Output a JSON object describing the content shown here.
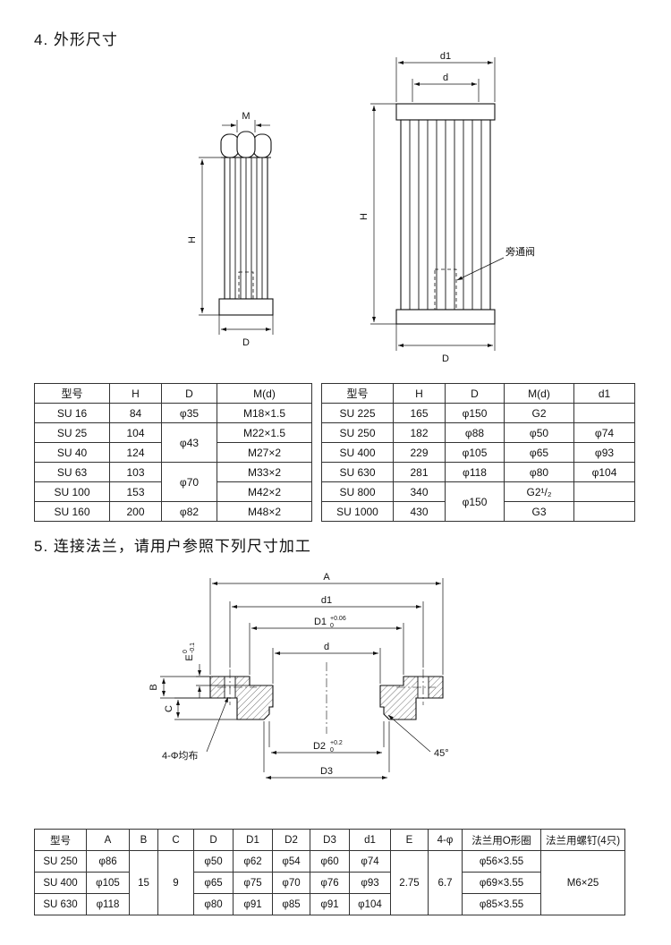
{
  "sections": {
    "s4": "4. 外形尺寸",
    "s5": "5. 连接法兰，请用户参照下列尺寸加工"
  },
  "drawing1": {
    "m": "M",
    "h": "H",
    "d": "D"
  },
  "drawing2": {
    "d1": "d1",
    "d": "d",
    "h": "H",
    "D": "D",
    "bypass": "旁通阀"
  },
  "flange": {
    "A": "A",
    "d1": "d1",
    "D1": "D1",
    "D1_tol_top": "+0.06",
    "D1_tol_bot": "0",
    "d": "d",
    "E": "E",
    "E_tol_top": "0",
    "E_tol_bot": "-0.1",
    "B": "B",
    "C": "C",
    "holes": "4-Φ均布",
    "D2": "D2",
    "D2_tol_top": "+0.2",
    "D2_tol_bot": "0",
    "angle": "45°",
    "D3": "D3"
  },
  "table1": {
    "headers": [
      "型号",
      "H",
      "D",
      "M(d)"
    ],
    "rows": [
      [
        {
          "t": "SU 16"
        },
        {
          "t": "84"
        },
        {
          "t": "φ35"
        },
        {
          "t": "M18×1.5"
        }
      ],
      [
        {
          "t": "SU 25"
        },
        {
          "t": "104"
        },
        {
          "t": "φ43",
          "rs": 2
        },
        {
          "t": "M22×1.5"
        }
      ],
      [
        {
          "t": "SU 40"
        },
        {
          "t": "124"
        },
        {
          "t": "M27×2"
        }
      ],
      [
        {
          "t": "SU 63"
        },
        {
          "t": "103"
        },
        {
          "t": "φ70",
          "rs": 2
        },
        {
          "t": "M33×2"
        }
      ],
      [
        {
          "t": "SU 100"
        },
        {
          "t": "153"
        },
        {
          "t": "M42×2"
        }
      ],
      [
        {
          "t": "SU 160"
        },
        {
          "t": "200"
        },
        {
          "t": "φ82"
        },
        {
          "t": "M48×2"
        }
      ]
    ]
  },
  "table2": {
    "headers": [
      "型号",
      "H",
      "D",
      "M(d)",
      "d1"
    ],
    "rows": [
      [
        {
          "t": "SU 225"
        },
        {
          "t": "165"
        },
        {
          "t": "φ150"
        },
        {
          "t": "G2"
        },
        {
          "t": ""
        }
      ],
      [
        {
          "t": "SU 250"
        },
        {
          "t": "182"
        },
        {
          "t": "φ88"
        },
        {
          "t": "φ50"
        },
        {
          "t": "φ74"
        }
      ],
      [
        {
          "t": "SU 400"
        },
        {
          "t": "229"
        },
        {
          "t": "φ105"
        },
        {
          "t": "φ65"
        },
        {
          "t": "φ93"
        }
      ],
      [
        {
          "t": "SU 630"
        },
        {
          "t": "281"
        },
        {
          "t": "φ118"
        },
        {
          "t": "φ80"
        },
        {
          "t": "φ104"
        }
      ],
      [
        {
          "t": "SU 800"
        },
        {
          "t": "340"
        },
        {
          "t": "φ150",
          "rs": 2
        },
        {
          "t": "G2¹/₂"
        },
        {
          "t": ""
        }
      ],
      [
        {
          "t": "SU 1000"
        },
        {
          "t": "430"
        },
        {
          "t": "G3"
        },
        {
          "t": ""
        }
      ]
    ]
  },
  "table3": {
    "headers": [
      "型号",
      "A",
      "B",
      "C",
      "D",
      "D1",
      "D2",
      "D3",
      "d1",
      "E",
      "4-φ",
      "法兰用O形圈",
      "法兰用螺钉(4只)"
    ],
    "rows": [
      [
        {
          "t": "SU 250"
        },
        {
          "t": "φ86"
        },
        {
          "t": "15",
          "rs": 3
        },
        {
          "t": "9",
          "rs": 3
        },
        {
          "t": "φ50"
        },
        {
          "t": "φ62"
        },
        {
          "t": "φ54"
        },
        {
          "t": "φ60"
        },
        {
          "t": "φ74"
        },
        {
          "t": "2.75",
          "rs": 3
        },
        {
          "t": "6.7",
          "rs": 3
        },
        {
          "t": "φ56×3.55"
        },
        {
          "t": "M6×25",
          "rs": 3
        }
      ],
      [
        {
          "t": "SU 400"
        },
        {
          "t": "φ105"
        },
        {
          "t": "φ65"
        },
        {
          "t": "φ75"
        },
        {
          "t": "φ70"
        },
        {
          "t": "φ76"
        },
        {
          "t": "φ93"
        },
        {
          "t": "φ69×3.55"
        }
      ],
      [
        {
          "t": "SU 630"
        },
        {
          "t": "φ118"
        },
        {
          "t": "φ80"
        },
        {
          "t": "φ91"
        },
        {
          "t": "φ85"
        },
        {
          "t": "φ91"
        },
        {
          "t": "φ104"
        },
        {
          "t": "φ85×3.55"
        }
      ]
    ]
  }
}
